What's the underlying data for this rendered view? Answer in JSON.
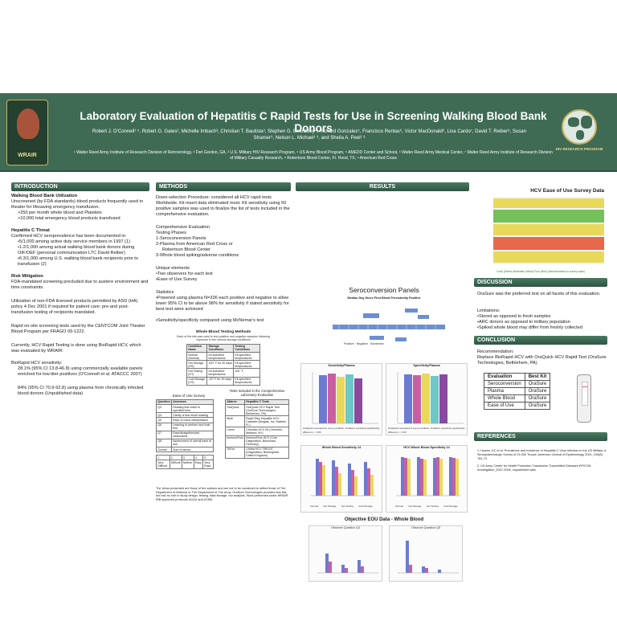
{
  "title": "Laboratory Evaluation of Hepatitis C Rapid Tests for Use in Screening Walking Blood Bank Donors",
  "authors": "Robert J. O'Connell¹ ⁵, Robert G. Gates², Michelle Imbach³, Christian T. Bautista³, Stephen G. Beardsley⁴, Richard Gonzales⁵, Francisco Rentas⁶, Victor MacDonald⁶, Lisa Cardo⁷, David T. Reiber⁸, Susan Stramer⁹, Nelson L. Michael¹ ³, and Sheila A. Peel¹ ³",
  "affiliations": "¹ Walter Reed Army Institute of Research Division of Retrovirology, ² Fort Gordon, GA, ³ U.S. Military HIV Research Program, ⁴ US Army Blood Program, ⁵ AMEDD Center and School, ⁶ Walter Reed Army Medical Center, ⁷ Walter Reed Army Institute of Research Division of Military Casualty Research, ⁸ Robertson Blood Center, Ft. Hood, TX, ⁹ American Red Cross",
  "logos": {
    "left_text": "WRAIR",
    "right_text": "HIV RESEARCH PROGRAM"
  },
  "introduction": {
    "header": "INTRODUCTION",
    "wbb_title": "Walking Blood Bank Utilization",
    "wbb_text": "Unscreened (by FDA standards) blood products frequently used in theater for lifesaving emergency transfusion.",
    "wbb_b1": ">250 per month whole blood and Platelets",
    "wbb_b2": ">10,000 total emergency blood products transfused",
    "hcv_title": "Hepatitis C Threat",
    "hcv_text": "Confirmed HCV seroprevalence has been documented in:",
    "hcv_b1": "•5/1,000 among active duty service members in 1997 (1)",
    "hcv_b2": "•1.2/1,000 among actual walking blood bank donors during OIF/OEF (personal communication LTC David Reiber)",
    "hcv_b3": "•6.3/1,000 among U.S. walking blood bank recipients prior to transfusion (2)",
    "risk_title": "Risk Mitigation",
    "risk_text": "FDA-mandated screening precluded due to austere environment and time constraints.",
    "util_text": "Utilization of non-FDA licensed products permitted by ASD (HA) policy 4 Dec 2001 if required for patient care; pre-and post-transfusion testing of recipients mandated.",
    "rapid_text": "Rapid on-site screening tests used by the CENTCOM Joint Theater Blood Program per FRAGO 09-1222.",
    "current_text": "Currently, HCV Rapid Testing is done using BioRapid HCV, which was evaluated by WRAIR:",
    "sens_title": "BioRapid HCV sensitivity:",
    "sens_text": "28.1% (95% CI 13.8-46.8) using commercially available panels enriched for low-titer positives (O'Connell et al. ATACCC 2007)",
    "pct_text": "84% (95% CI 70.9-92.8) using plasma from chronically infected blood donors (Unpublished data)"
  },
  "methods": {
    "header": "METHODS",
    "down_text": "Down-selection Procedure: considered all HCV rapid tests Worldwide. Kit insert data eliminated most. Kit sensitivity using 50 positive samples was used to finalize the list of tests included in the comprehensive evaluation.",
    "comp_title": "Comprehensive Evaluation",
    "comp_l1": "Testing Phases",
    "comp_l2": "1-Seroconversion Panels",
    "comp_l3": "2-Plasma from American Red Cross or",
    "comp_l4": "Robertson Blood Center",
    "comp_l5": "3-Whole blood spiking/adverse conditions",
    "unique_title": "Unique elements",
    "unique_b1": "•Two observers for each test",
    "unique_b2": "•Ease of Use Survey",
    "stats_title": "Statistics",
    "stats_b1": "•Powered using plasma N=336 each positive and negative to allow lower 95% CI to be above 98% for sensitivity if stated sensitivity for best test were achieved",
    "stats_b2": "•Sensitivity/specificity compared using McNemar's test",
    "wbt_title": "Whole Blood Testing Methods",
    "wbt_sub": "Each of the kits was used to test positive and negative samples following exposure to the various storage conditions",
    "wbt_headers": [
      "Condition Name",
      "Storage Conditions",
      "Testing Conditions"
    ],
    "wbt_rows": [
      [
        "Normal (Normal)",
        "Kit specified temperatures",
        "Kit specified temperatures"
      ],
      [
        "Hot Storage (HS)",
        "100° F for 30 days",
        "Kit specified temperatures"
      ],
      [
        "Hot Testing (HT)",
        "Kit specified temperatures",
        "100° F"
      ],
      [
        "Cold Storage (CS)",
        "-20° F for 30 days",
        "Kit specified temperatures"
      ]
    ],
    "eou_title": "Ease of Use Survey",
    "eou_headers": [
      "Question",
      "Assesses"
    ],
    "eou_rows": [
      [
        "Q3",
        "Reading test result in specified time"
      ],
      [
        "Q4",
        "Clarity of test result reading"
      ],
      [
        "Q5",
        "Ease of result interpretation"
      ],
      [
        "Q6",
        "Learning to perform and train test"
      ],
      [
        "Q7",
        "Ease/straightforward instructions"
      ],
      [
        "Q8",
        "Assessment of overall ease of use"
      ],
      [
        "Overall",
        "Sum of above"
      ]
    ],
    "scale_nums": [
      "1",
      "2",
      "3",
      "4",
      "5"
    ],
    "scale_labels": [
      "Very Difficult",
      "Difficult",
      "Neither",
      "Easy",
      "Very Easy"
    ],
    "tests_title": "Tests Included in the Comprehensive Laboratory Evaluation",
    "tests_headers": [
      "Abbrev",
      "Hepatitis C Tests"
    ],
    "tests_rows": [
      [
        "OraQuick",
        "OraQuick HCV Rapid Test (OraSure Technologies, Bethlehem, PA)"
      ],
      [
        "Multi",
        "Rapid Step Hepatitis HCV Cassette (Biogate, Inc, Hialeah, FL)"
      ],
      [
        "Chem",
        "Chembio HCV Kit (Chembio, Medford, NY)"
      ],
      [
        "ImmunoFlow",
        "ImmunoFlow HCV (Core Diagnostics, Brunswick, Germany)"
      ],
      [
        "TriDot",
        "J.Mitra HCV TRIDOT (Diagnostics, Birmingham, United Kingdom)"
      ]
    ],
    "disclaimer": "The views presented are those of the authors and are not to be construed to reflect those of The Department of Defense or The Department of The Army. OraSure Technologies provided test kits but had no role in study design, testing, data storage, nor analysis. Work performed under WRAIR IRB approved protocols #1414 and #1350."
  },
  "results": {
    "header": "RESULTS",
    "sero_title": "Seroconversion Panels",
    "sero_sub": "Median Day Since First Bleed Persistently Positive",
    "sero_legend": [
      "Positive",
      "Negative",
      "Borderline"
    ],
    "sens_chart_title": "Sensitivity/Plasma",
    "spec_chart_title": "Specificity/Plasma",
    "wb_sens_title": "Whole Blood Sensitivity 14",
    "wb_spec_title": "HCV Whole Blood Specificity 14",
    "conditions": [
      "Normal",
      "Hot Storage",
      "Hot Testing",
      "Cold Storage"
    ],
    "eou_data_title": "Objective EOU Data - Whole Blood",
    "eou_sub1": "Observer Question Q4",
    "eou_sub2": "Observer Question Q5",
    "survey_title": "HCV Ease of Use Survey Data",
    "survey_legend": "Good (Green)  Moderate (Yellow)  Poor (Red) (most favorable on survey scale)",
    "note1": "OraQuick compared to every condition; Oraflow's sensitivity significantly different p < 0.05",
    "note2": "OraQuick compared to every condition; Oraflow's specificity significantly different p < 0.05"
  },
  "discussion": {
    "header": "DISCUSSION",
    "text": "OraSure was the preferred test on all facets of this evaluation.",
    "lim_title": "Limitations:",
    "lim_b1": "•Stored as opposed to fresh samples",
    "lim_b2": "•ARC donors as opposed to military population",
    "lim_b3": "•Spiked whole blood may differ from freshly collected"
  },
  "conclusion": {
    "header": "CONCLUSION",
    "rec_title": "Recommendation:",
    "rec_text": "Replace BioRapid HCV with OraQuick HCV Rapid Test (OraSure Technologies, Bethlehem, PA).",
    "table_headers": [
      "Evaluation",
      "Best Kit"
    ],
    "table_rows": [
      [
        "Seroconversion",
        "OraSure"
      ],
      [
        "Plasma",
        "OraSure"
      ],
      [
        "Whole Blood",
        "OraSure"
      ],
      [
        "Ease of Use",
        "OraSure"
      ]
    ]
  },
  "references": {
    "header": "REFERENCES",
    "r1": "1. Hyams, KC et al. Prevalence and Incidence of Hepatitis C Virus Infection in the US Military: A Seroepidemiologic Survey of 21,000 Troops. American Journal of Epidemiology 2001; 153(8): 764-70.",
    "r2": "2. US Army Center for Health Promotion Transfusion Transmitted Diseases EPICON Investigation_2007-2008, unpublished data."
  },
  "colors": {
    "banner": "#3f6b55",
    "section": "#3f6b55",
    "bar_blue": "#6c7bd1",
    "bar_pink": "#c95fa2",
    "bar_yellow": "#e9d95a"
  }
}
